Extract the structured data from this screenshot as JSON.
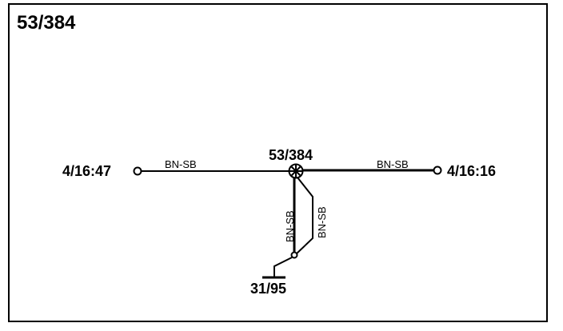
{
  "diagram": {
    "title": "53/384",
    "splice": {
      "label": "53/384"
    },
    "connectors": {
      "left": "4/16:47",
      "right": "4/16:16",
      "ground": "31/95"
    },
    "wires": {
      "left_color": "BN-SB",
      "right_color": "BN-SB",
      "down_left_color": "BN-SB",
      "down_right_color": "BN-SB"
    }
  }
}
